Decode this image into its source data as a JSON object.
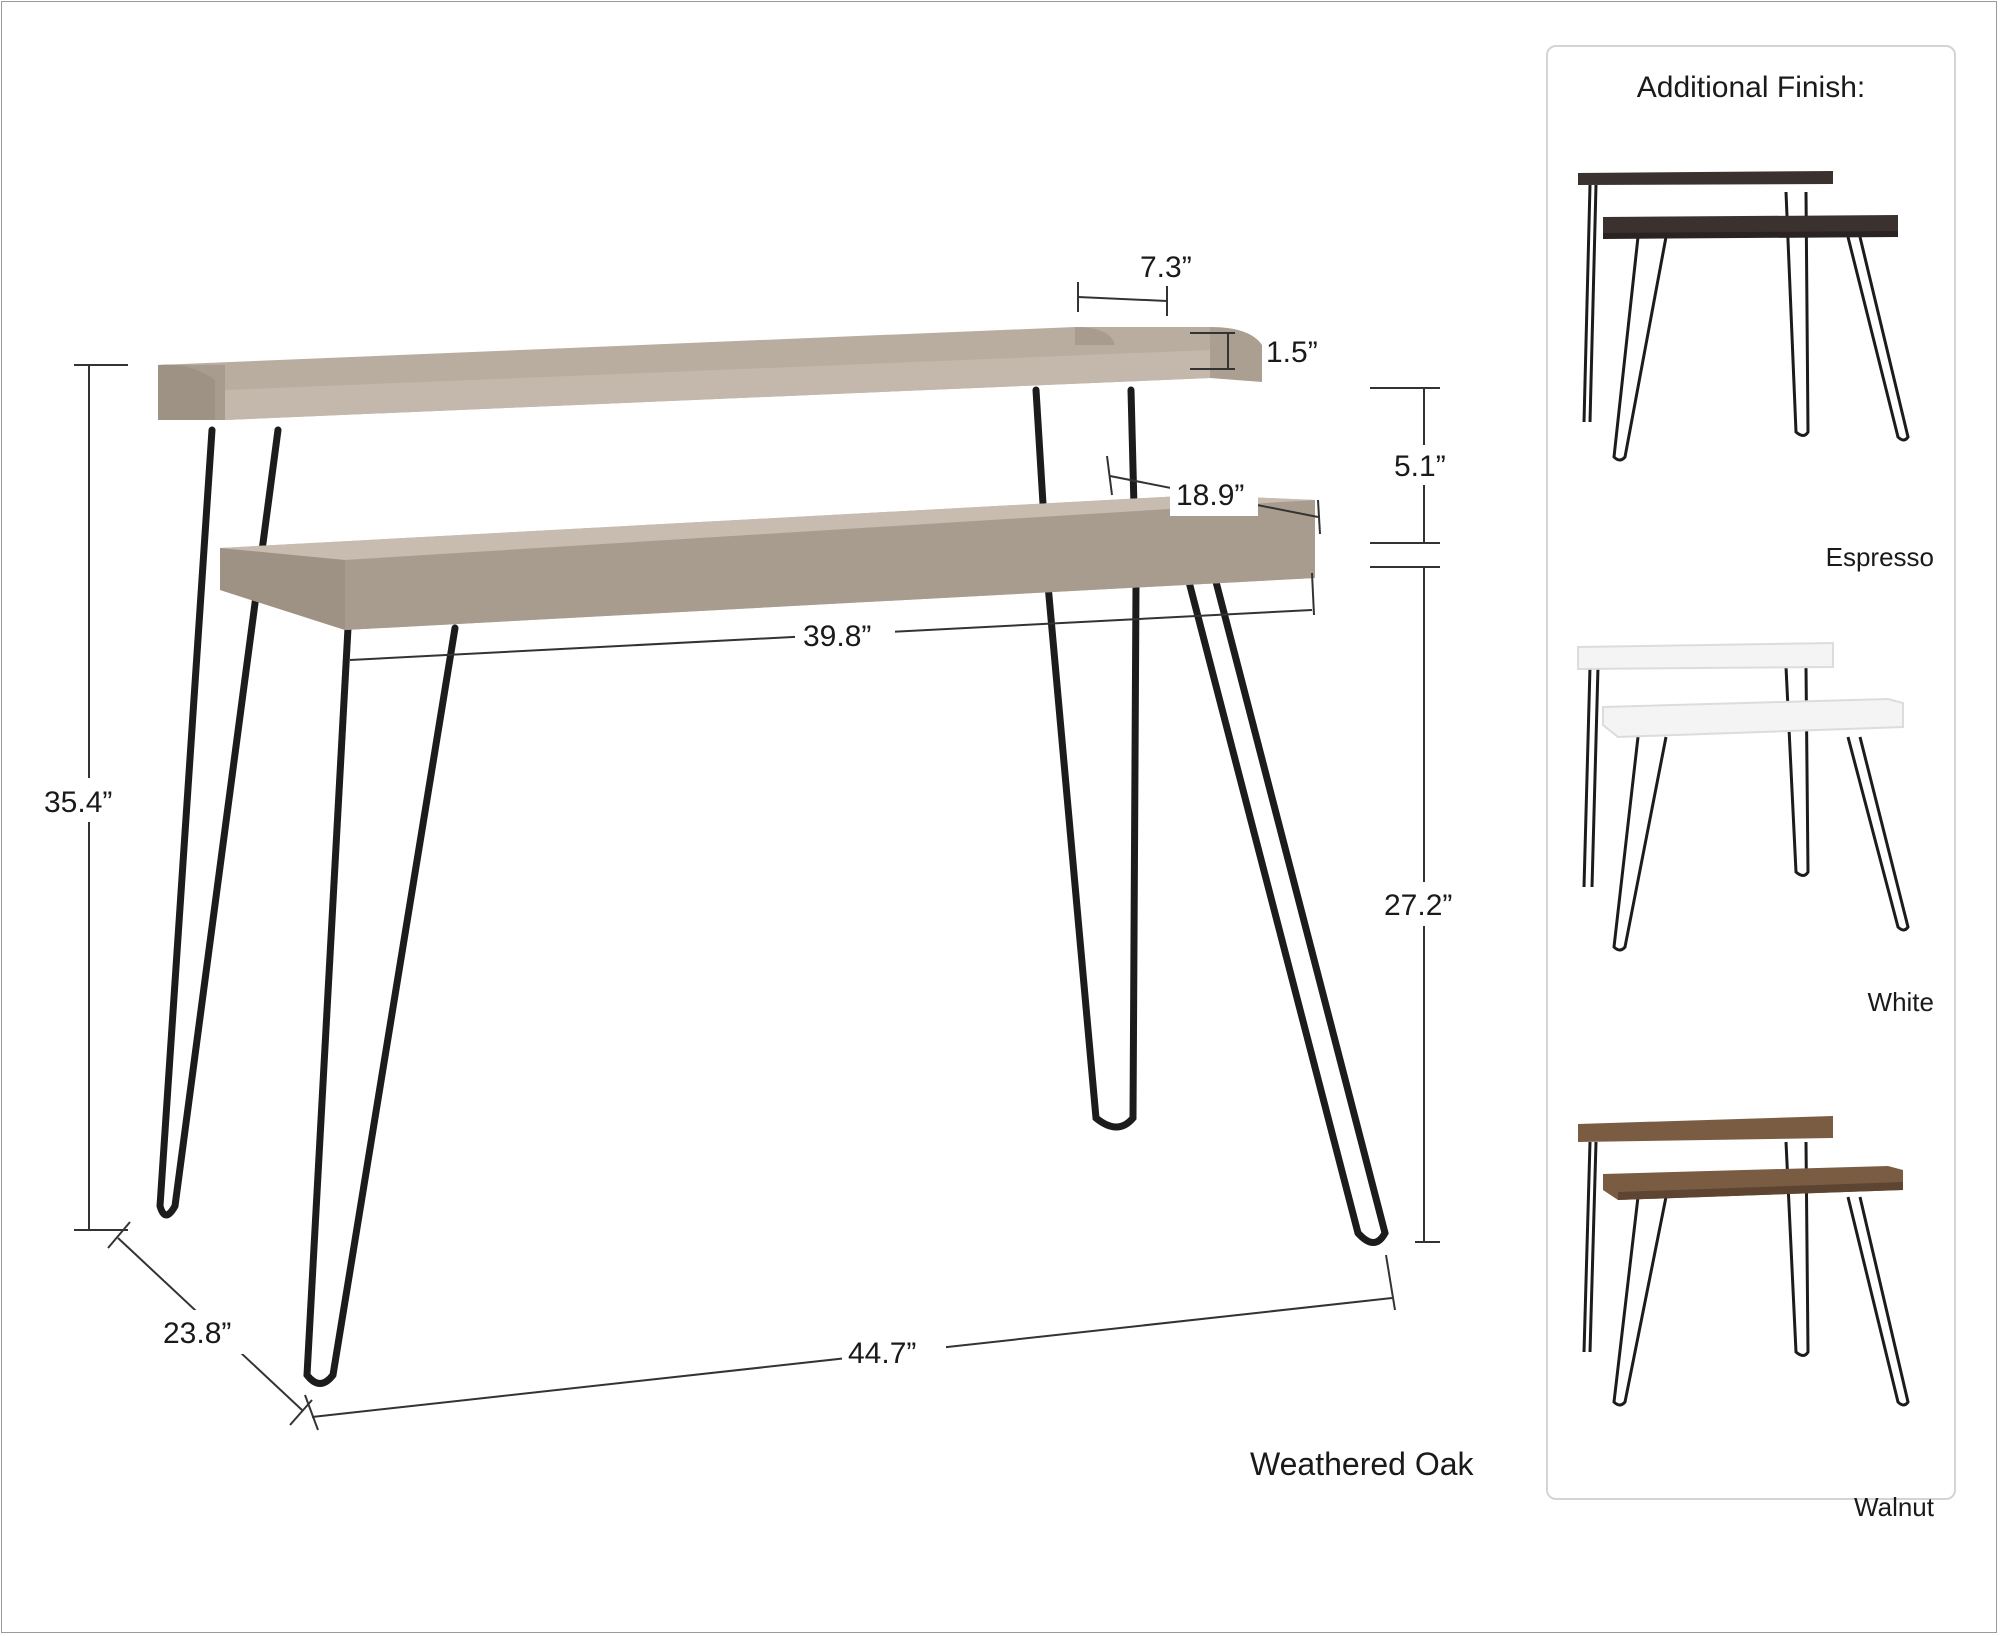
{
  "dimensions": {
    "upper_shelf_depth": "7.3”",
    "shelf_rail_height": "1.5”",
    "shelf_clearance": "5.1”",
    "desk_depth_top": "18.9”",
    "desktop_width": "39.8”",
    "overall_height": "35.4”",
    "desk_height": "27.2”",
    "overall_depth": "23.8”",
    "overall_width": "44.7”"
  },
  "main_finish": "Weathered Oak",
  "panel": {
    "title": "Additional Finish:",
    "finishes": [
      {
        "label": "Espresso",
        "top_color": "#3b3230",
        "edge_color": "#2a2321"
      },
      {
        "label": "White",
        "top_color": "#f4f4f4",
        "edge_color": "#dcdcdc"
      },
      {
        "label": "Walnut",
        "top_color": "#7a5c43",
        "edge_color": "#5e4532"
      }
    ]
  },
  "colors": {
    "oak": "#b9ada0",
    "oak_edge": "#9e9284",
    "leg": "#1c1c1c",
    "line": "#333333"
  }
}
